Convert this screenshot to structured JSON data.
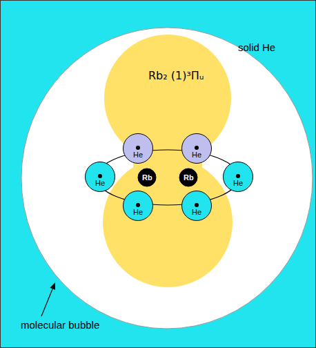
{
  "diagram": {
    "nodes": [
      {
        "text": [
          "Rb₂ (1)³Πᵤ"
        ]
      },
      {
        "text": [
          "He"
        ],
        "in": 0
      },
      {
        "text": [
          "He"
        ],
        "in": 0
      },
      {
        "text": [
          "He"
        ]
      },
      {
        "text": [
          "Rb"
        ],
        "in": 0
      },
      {
        "text": [
          "Rb"
        ],
        "in": 0
      },
      {
        "text": [
          "He"
        ]
      },
      {
        "text": [
          "He"
        ],
        "in": 0
      },
      {
        "text": [
          "He"
        ],
        "in": 0
      }
    ],
    "labels": [
      "solid He",
      "molecular bubble"
    ]
  }
}
